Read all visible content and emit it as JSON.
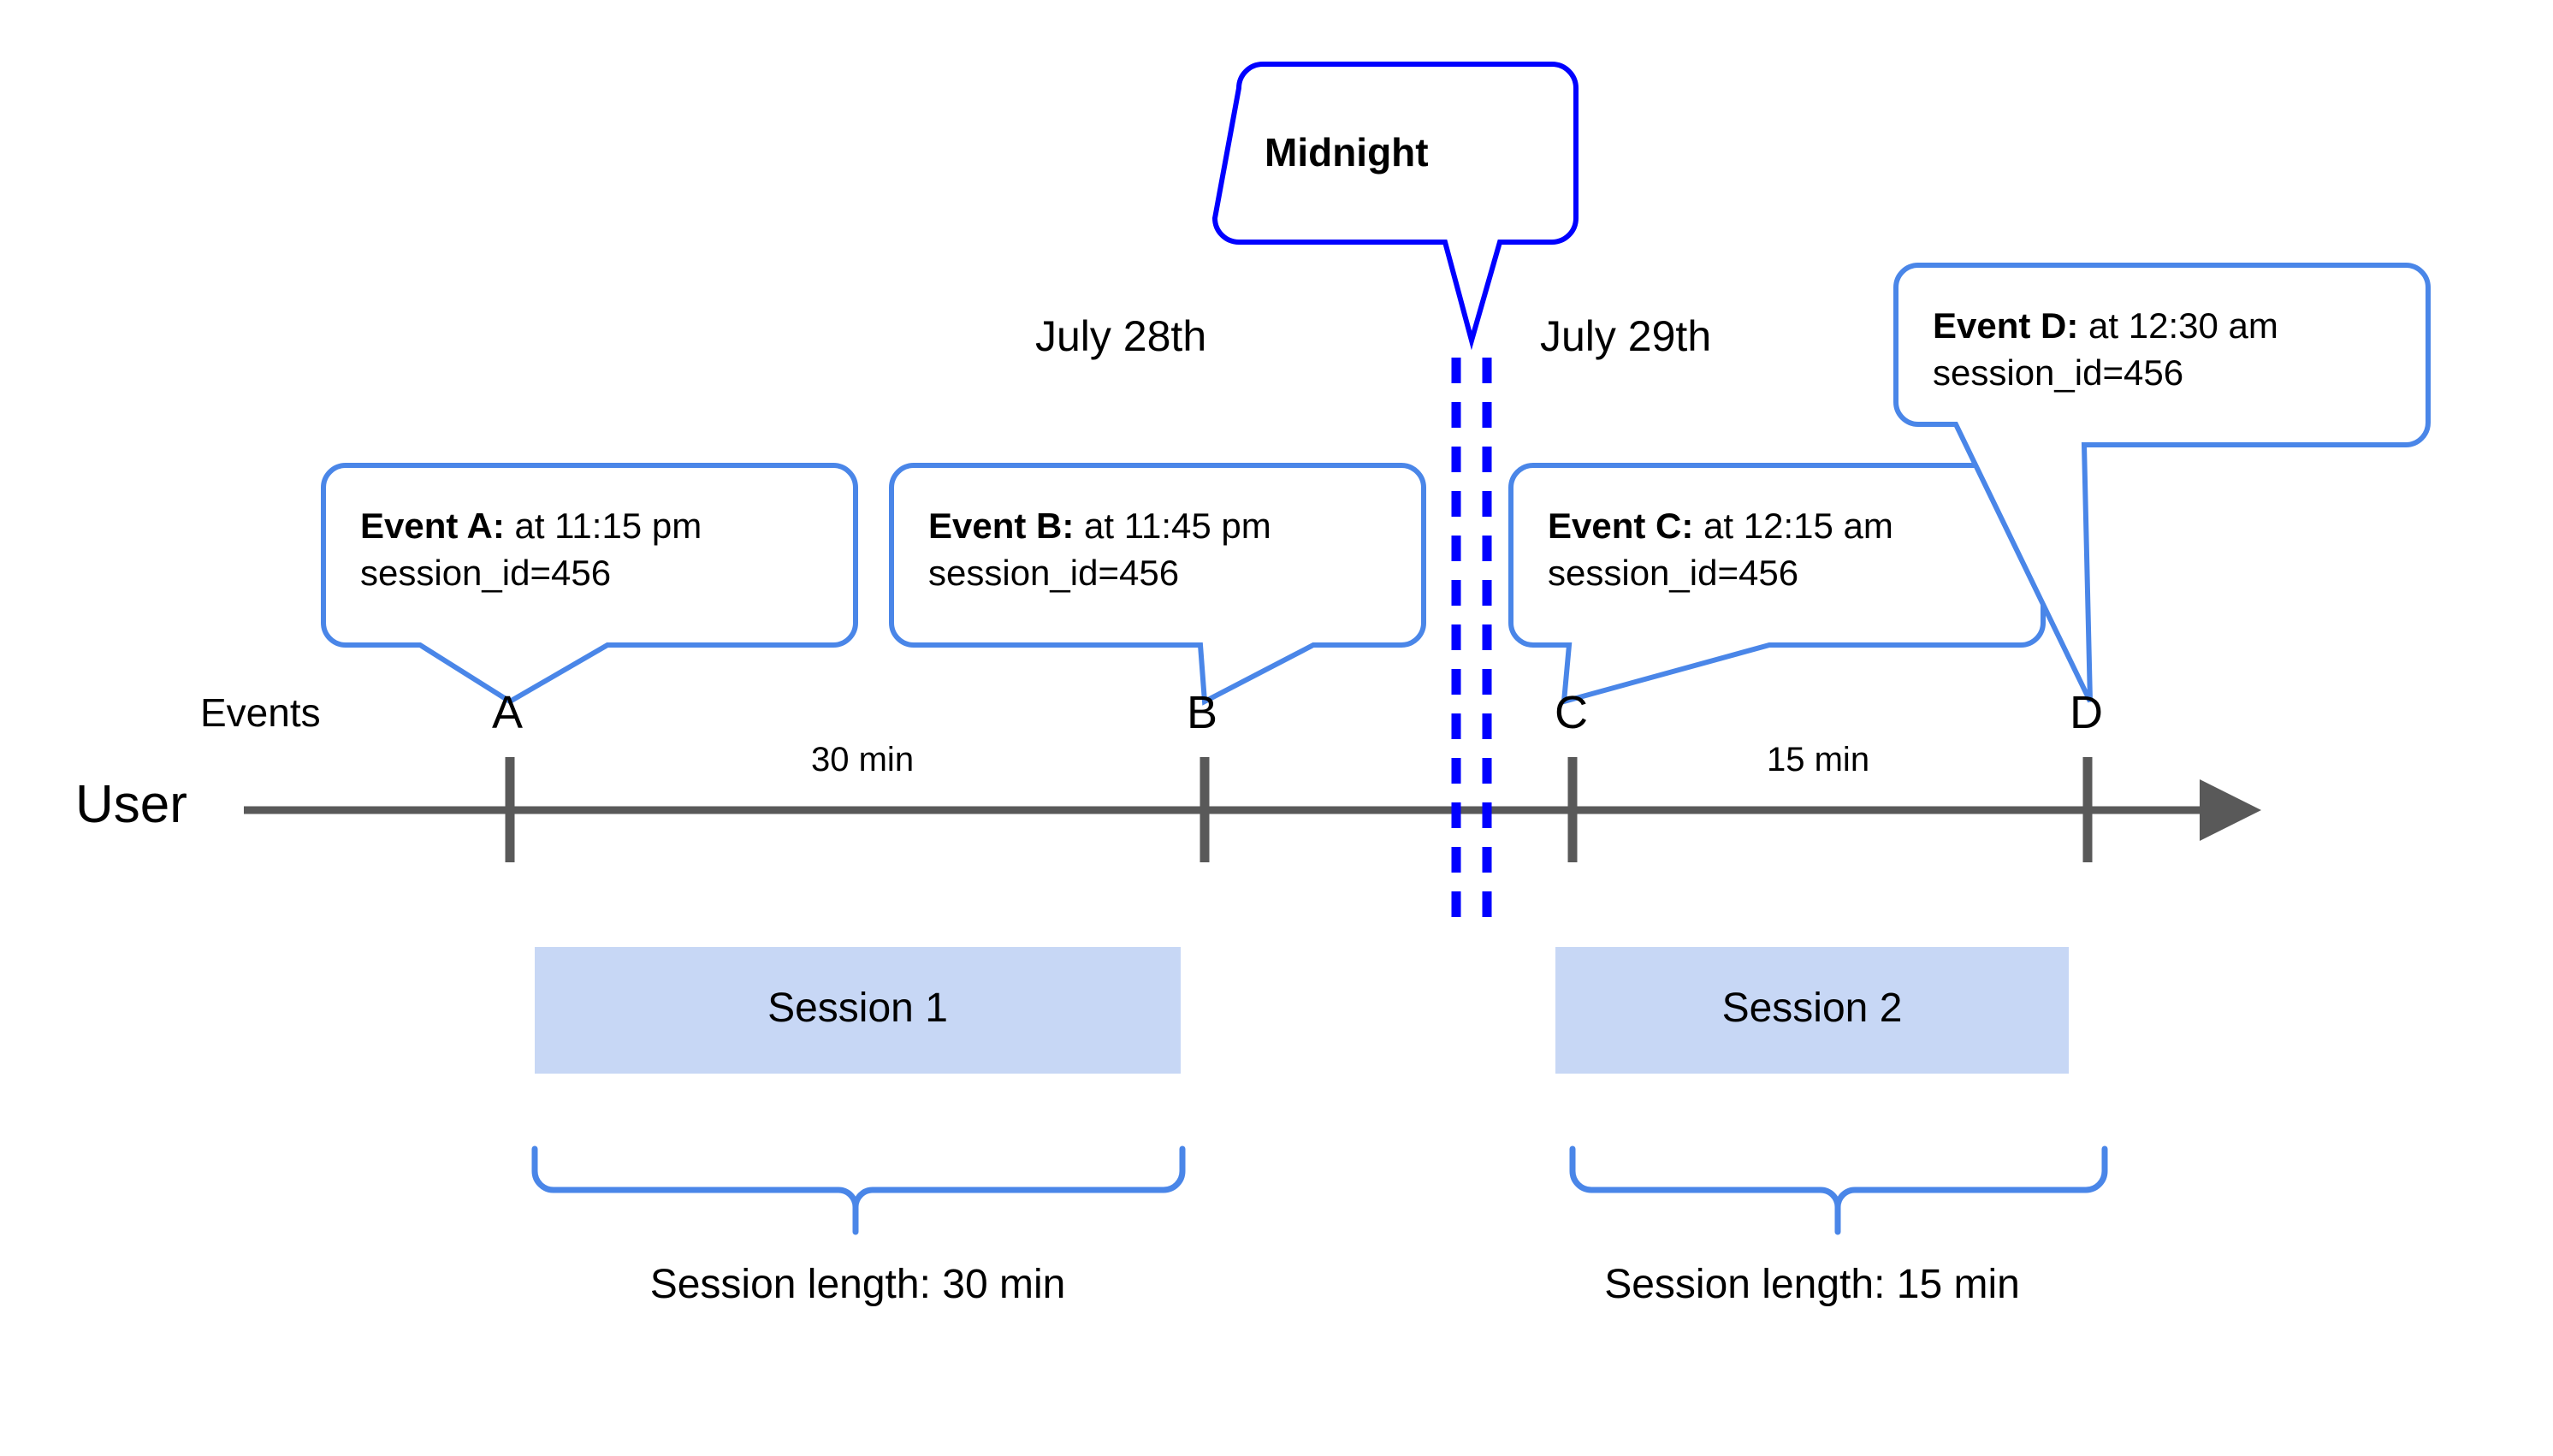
{
  "diagram": {
    "title_note": "Session splitting across midnight timeline",
    "colors": {
      "callout_border": "#4a86e8",
      "midnight_border": "#0000ff",
      "midnight_dash": "#0000ff",
      "session_fill": "#c7d7f5",
      "brace": "#4a86e8",
      "axis": "#595959",
      "text": "#000000"
    },
    "lanes": {
      "events_label": "Events",
      "user_label": "User"
    },
    "day_labels": [
      {
        "text": "July 28th"
      },
      {
        "text": "July 29th"
      }
    ],
    "midnight_callout": {
      "label": "Midnight"
    },
    "events": [
      {
        "marker": "A",
        "title": "Event A:",
        "detail": " at 11:15 pm",
        "line2": "session_id=456"
      },
      {
        "marker": "B",
        "title": "Event B:",
        "detail": " at 11:45 pm",
        "line2": "session_id=456"
      },
      {
        "marker": "C",
        "title": "Event C:",
        "detail": " at 12:15 am",
        "line2": "session_id=456"
      },
      {
        "marker": "D",
        "title": "Event D:",
        "detail": " at 12:30 am",
        "line2": "session_id=456"
      }
    ],
    "durations": [
      {
        "text": "30 min"
      },
      {
        "text": "15 min"
      }
    ],
    "sessions": [
      {
        "name": "Session 1",
        "length_label": "Session length: 30 min"
      },
      {
        "name": "Session 2",
        "length_label": "Session length: 15 min"
      }
    ]
  },
  "chart_data": {
    "type": "timeline",
    "title": "User session splitting at midnight",
    "axis": {
      "label": "User",
      "direction": "left-to-right",
      "arrow": true
    },
    "day_boundary": {
      "label": "Midnight",
      "between": [
        "July 28th",
        "July 29th"
      ]
    },
    "events": [
      {
        "id": "A",
        "time": "11:15 pm",
        "day": "July 28th",
        "session_id": 456,
        "session": "Session 1"
      },
      {
        "id": "B",
        "time": "11:45 pm",
        "day": "July 28th",
        "session_id": 456,
        "session": "Session 1"
      },
      {
        "id": "C",
        "time": "12:15 am",
        "day": "July 29th",
        "session_id": 456,
        "session": "Session 2"
      },
      {
        "id": "D",
        "time": "12:30 am",
        "day": "July 29th",
        "session_id": 456,
        "session": "Session 2"
      }
    ],
    "intervals": [
      {
        "from": "A",
        "to": "B",
        "duration_min": 30,
        "label": "30 min"
      },
      {
        "from": "C",
        "to": "D",
        "duration_min": 15,
        "label": "15 min"
      }
    ],
    "sessions": [
      {
        "name": "Session 1",
        "events": [
          "A",
          "B"
        ],
        "length_min": 30,
        "length_label": "Session length: 30 min"
      },
      {
        "name": "Session 2",
        "events": [
          "C",
          "D"
        ],
        "length_min": 15,
        "length_label": "Session length: 15 min"
      }
    ]
  }
}
